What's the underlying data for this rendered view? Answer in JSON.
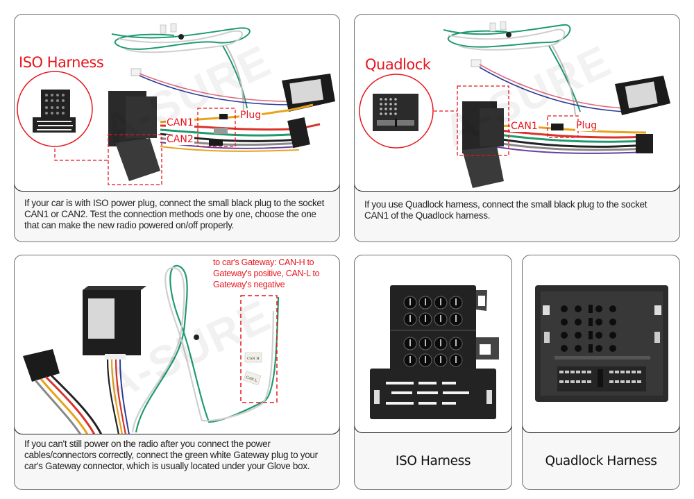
{
  "brand_watermark": "A-SURE",
  "colors": {
    "accent_red": "#e8141b",
    "photo_border": "#1e1e1e",
    "caption_bg": "#f7f7f7",
    "caption_border": "#6f6f6f",
    "wire_green": "#1f9a6e",
    "wire_white": "#d9d9d9"
  },
  "panel_iso": {
    "title": "ISO Harness",
    "labels": {
      "can1": "CAN1",
      "can2": "CAN2",
      "plug": "Plug"
    },
    "caption": "If your car is with ISO power plug, connect the small black plug to the socket CAN1 or CAN2. Test the connection methods one by one, choose the one that can make the new radio powered on/off properly."
  },
  "panel_quadlock": {
    "title": "Quadlock",
    "labels": {
      "can1": "CAN1",
      "plug": "Plug"
    },
    "caption": "If you use Quadlock harness, connect the small black plug to the socket CAN1 of the Quadlock harness."
  },
  "panel_gateway": {
    "note": "to car's Gateway: CAN-H to Gateway's positive, CAN-L to Gateway's negative",
    "tag_labels": [
      "CAN H",
      "CAN L"
    ],
    "caption": "If you can't still power on the radio after you connect the power cables/connectors correctly, connect the green white Gateway plug to your car's Gateway connector, which is usually located under your Glove box."
  },
  "panel_iso_connector": {
    "caption": "ISO Harness"
  },
  "panel_quadlock_connector": {
    "caption": "Quadlock Harness"
  }
}
